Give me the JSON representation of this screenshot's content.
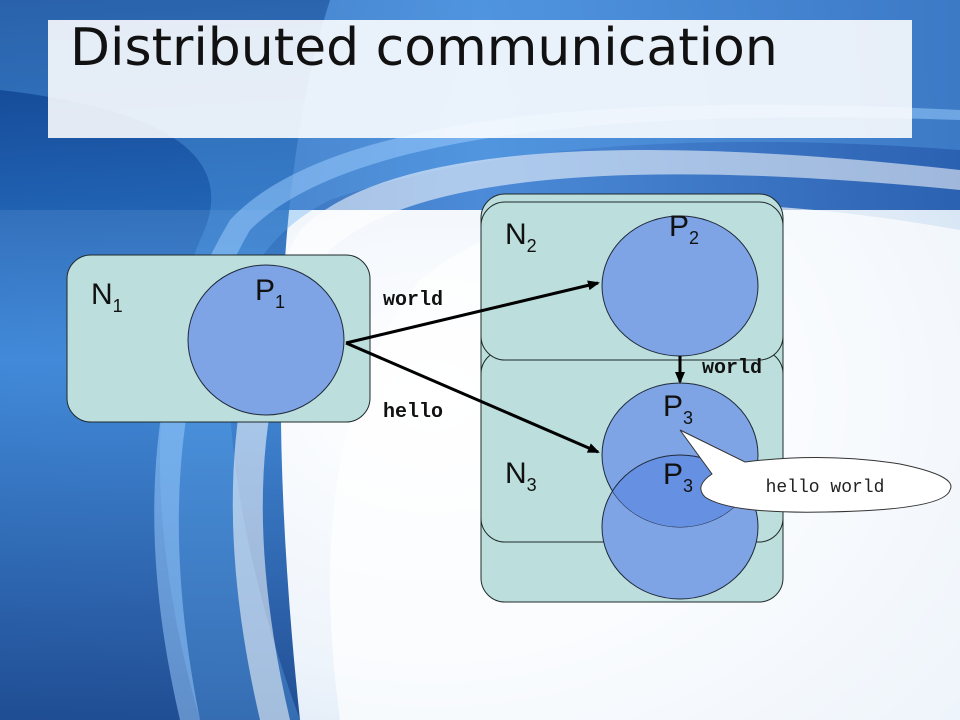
{
  "slide": {
    "title": "Distributed communication"
  },
  "diagram": {
    "nodes": [
      {
        "label": "N",
        "sub": "1"
      },
      {
        "label": "N",
        "sub": "2"
      },
      {
        "label": "N",
        "sub": "3"
      }
    ],
    "processes": [
      {
        "label": "P",
        "sub": "1"
      },
      {
        "label": "P",
        "sub": "2"
      },
      {
        "label": "P",
        "sub": "3"
      },
      {
        "label": "P",
        "sub": "3"
      }
    ],
    "messages": {
      "p1_to_p2": "world",
      "p1_to_p3": "hello",
      "p2_to_p3": "world"
    },
    "callout": "hello world"
  },
  "colors": {
    "node_fill": "#bcdedd",
    "process_fill": "#7ea4e6",
    "process_dark": "#6690e2"
  }
}
